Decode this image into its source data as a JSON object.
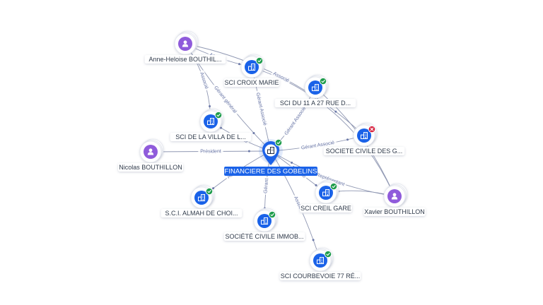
{
  "graph": {
    "colors": {
      "company": "#1a62e8",
      "person": "#8f5bdb",
      "edge": "#8f97b2",
      "edge_label": "#6b78a8",
      "badge_active": "#1f9c4c",
      "badge_closed": "#d61f3c",
      "center_label_bg": "#1a62e8"
    },
    "center": {
      "id": "center",
      "label": "FINANCIERE DES GOBELINS",
      "type": "company",
      "badge": "active"
    },
    "nodes": [
      {
        "id": "n1",
        "label": "Anne-Heloise BOUTHIL...",
        "type": "person"
      },
      {
        "id": "n2",
        "label": "SCI CROIX MARIE",
        "type": "company",
        "badge": "active"
      },
      {
        "id": "n3",
        "label": "SCI DU 11 A 27 RUE D...",
        "type": "company",
        "badge": "active"
      },
      {
        "id": "n4",
        "label": "SCI DE LA VILLA DE L...",
        "type": "company",
        "badge": "active"
      },
      {
        "id": "n5",
        "label": "SOCIETE CIVILE DES G...",
        "type": "company",
        "badge": "closed"
      },
      {
        "id": "n6",
        "label": "Nicolas BOUTHILLON",
        "type": "person"
      },
      {
        "id": "n7",
        "label": "S.C.I. ALMAH DE CHOI...",
        "type": "company",
        "badge": "active"
      },
      {
        "id": "n8",
        "label": "SCI CREIL GARE",
        "type": "company",
        "badge": "active"
      },
      {
        "id": "n9",
        "label": "Xavier BOUTHILLON",
        "type": "person"
      },
      {
        "id": "n10",
        "label": "SOCIÉTÉ CIVILE IMMOB...",
        "type": "company",
        "badge": "active"
      },
      {
        "id": "n11",
        "label": "SCI COURBEVOIE 77 RÉ...",
        "type": "company",
        "badge": "active"
      }
    ],
    "edges": [
      {
        "from": "n1",
        "to": "n4",
        "label": "Associé"
      },
      {
        "from": "n1",
        "to": "center",
        "label": "Gérant général"
      },
      {
        "from": "n1",
        "to": "n2",
        "label": "Associé"
      },
      {
        "from": "n1",
        "to": "n5",
        "label": "Associé"
      },
      {
        "from": "center",
        "to": "n2",
        "label": "Gérant Associé"
      },
      {
        "from": "center",
        "to": "n3",
        "label": "Gérant Associé"
      },
      {
        "from": "center",
        "to": "n5",
        "label": "Gérant Associé"
      },
      {
        "from": "center",
        "to": "n4",
        "label": "Associé"
      },
      {
        "from": "n6",
        "to": "center",
        "label": "Président"
      },
      {
        "from": "center",
        "to": "n7",
        "label": "Associé"
      },
      {
        "from": "center",
        "to": "n8",
        "label": "Associé"
      },
      {
        "from": "center",
        "to": "n10",
        "label": "Gérant"
      },
      {
        "from": "center",
        "to": "n11",
        "label": "Associé"
      },
      {
        "from": "n9",
        "to": "center",
        "label": "Représentant"
      },
      {
        "from": "n9",
        "to": "n2",
        "label": ""
      },
      {
        "from": "n9",
        "to": "n3",
        "label": "Associé"
      },
      {
        "from": "n9",
        "to": "n8",
        "label": ""
      }
    ]
  }
}
